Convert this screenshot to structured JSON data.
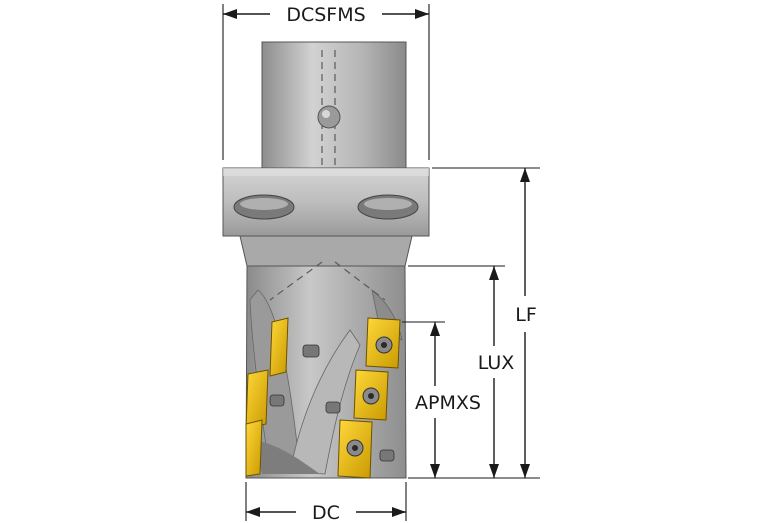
{
  "dimensions": {
    "dcsfms": "DCSFMS",
    "lf": "LF",
    "lux": "LUX",
    "apmxs": "APMXS",
    "dc": "DC"
  },
  "colors": {
    "body_light": "#bfbfbf",
    "body_mid": "#9e9e9e",
    "body_dark": "#6f6f6f",
    "insert_yellow": "#f2c200",
    "insert_dark": "#b08a00",
    "line": "#1a1a1a"
  }
}
